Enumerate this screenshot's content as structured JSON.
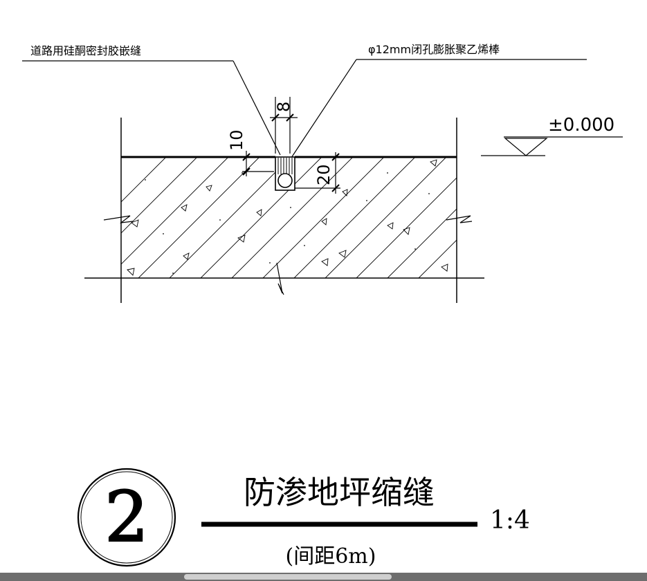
{
  "drawing": {
    "labels": {
      "sealant": "道路用硅酮密封胶嵌缝",
      "backer_rod": "φ12mm闭孔膨胀聚乙烯棒",
      "elevation": "±0.000"
    },
    "dimensions": {
      "joint_width": "8",
      "sealant_depth": "10",
      "rod_depth": "20"
    }
  },
  "title_block": {
    "detail_number": "2",
    "title": "防渗地坪缩缝",
    "scale": "1:4",
    "note": "(间距6m)"
  },
  "colors": {
    "line": "#000000",
    "background": "#ffffff",
    "scrollbar": "#6e6e6e",
    "scrollbar_thumb": "#cfcfcf"
  }
}
